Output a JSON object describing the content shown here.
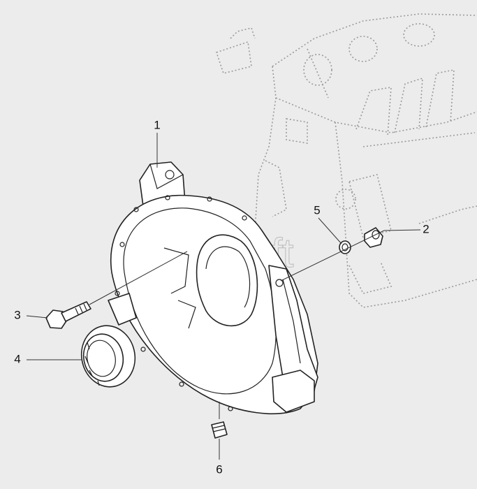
{
  "watermark": "AutoSoft",
  "callouts": [
    {
      "id": "1",
      "label": "1"
    },
    {
      "id": "2",
      "label": "2"
    },
    {
      "id": "3",
      "label": "3"
    },
    {
      "id": "4",
      "label": "4"
    },
    {
      "id": "5",
      "label": "5"
    },
    {
      "id": "6",
      "label": "6"
    }
  ],
  "colors": {
    "background": "#ececec",
    "line": "#222222",
    "ghost": "#9a9a9a"
  },
  "parts": [
    {
      "callout": "1",
      "icon": "flywheel-housing-icon"
    },
    {
      "callout": "2",
      "icon": "plug-icon"
    },
    {
      "callout": "3",
      "icon": "flange-bolt-icon"
    },
    {
      "callout": "4",
      "icon": "oil-seal-icon"
    },
    {
      "callout": "5",
      "icon": "o-ring-icon"
    },
    {
      "callout": "6",
      "icon": "dowel-pin-icon"
    }
  ]
}
